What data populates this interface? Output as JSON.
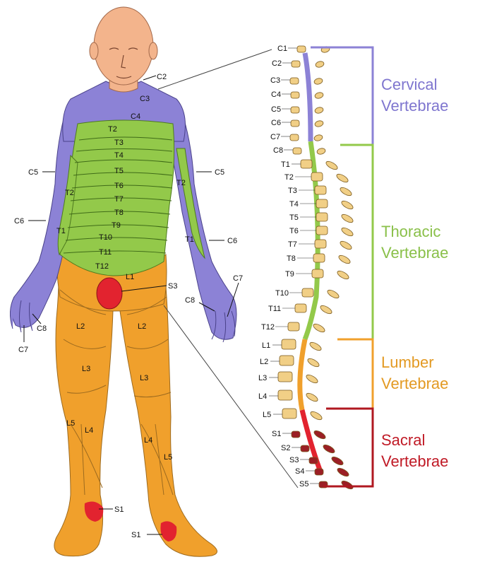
{
  "colors": {
    "cervical": "#8c82d6",
    "thoracic": "#93c94a",
    "lumbar": "#f0a02c",
    "sacral": "#e2232f",
    "skin": "#f3b48c",
    "bone": "#f1cf86",
    "sacral_bone": "#9b1f25"
  },
  "body_labels": {
    "c2": "C2",
    "c3": "C3",
    "c4": "C4",
    "c5_left": "C5",
    "c5_right": "C5",
    "c6_left": "C6",
    "c6_right": "C6",
    "c7_left": "C7",
    "c7_right": "C7",
    "c8_left": "C8",
    "c8_right": "C8",
    "t1_left": "T1",
    "t1_right": "T1",
    "t2_left": "T2",
    "t2_right": "T2",
    "t2": "T2",
    "t3": "T3",
    "t4": "T4",
    "t5": "T5",
    "t6": "T6",
    "t7": "T7",
    "t8": "T8",
    "t9": "T9",
    "t10": "T10",
    "t11": "T11",
    "t12": "T12",
    "l1": "L1",
    "l2_left": "L2",
    "l2_right": "L2",
    "l3_left": "L3",
    "l3_right": "L3",
    "l4_left": "L4",
    "l4_right": "L4",
    "l5_left": "L5",
    "l5_right": "L5",
    "s3": "S3",
    "s1_left": "S1",
    "s1_right": "S1"
  },
  "spine_labels": [
    "C1",
    "C2",
    "C3",
    "C4",
    "C5",
    "C6",
    "C7",
    "C8",
    "T1",
    "T2",
    "T3",
    "T4",
    "T5",
    "T6",
    "T7",
    "T8",
    "T9",
    "T10",
    "T11",
    "T12",
    "L1",
    "L2",
    "L3",
    "L4",
    "L5",
    "S1",
    "S2",
    "S3",
    "S4",
    "S5"
  ],
  "regions": {
    "cervical": [
      "Cervical",
      "Vertebrae"
    ],
    "thoracic": [
      "Thoracic",
      "Vertebrae"
    ],
    "lumbar": [
      "Lumber",
      "Vertebrae"
    ],
    "sacral": [
      "Sacral",
      "Vertebrae"
    ]
  }
}
